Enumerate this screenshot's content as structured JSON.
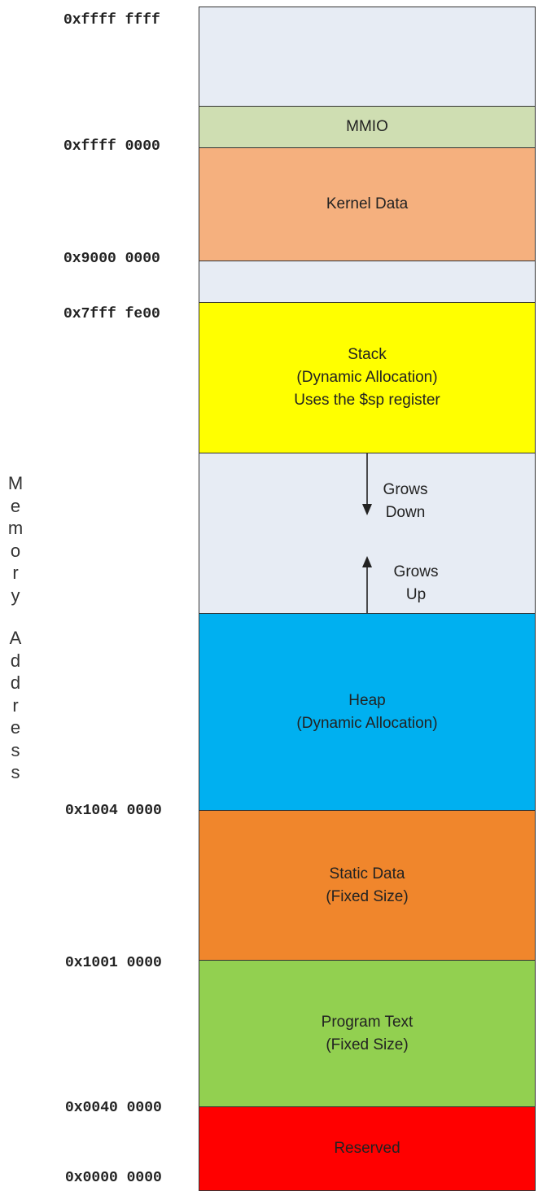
{
  "addresses": [
    {
      "id": "ffffffff",
      "label": "0xffff ffff"
    },
    {
      "id": "ffff0000",
      "label": "0xffff 0000"
    },
    {
      "id": "90000000",
      "label": "0x9000 0000"
    },
    {
      "id": "7ffffe00",
      "label": "0x7fff fe00"
    },
    {
      "id": "10040000",
      "label": "0x1004 0000"
    },
    {
      "id": "10010000",
      "label": "0x1001 0000"
    },
    {
      "id": "00400000",
      "label": "0x0040 0000"
    },
    {
      "id": "00000000",
      "label": "0x0000 0000"
    }
  ],
  "segments": {
    "top_free": {
      "lines": [],
      "color": "#e7ecf4"
    },
    "mmio": {
      "lines": [
        "MMIO"
      ],
      "color": "#cfdeb2"
    },
    "kernel_data": {
      "lines": [
        "Kernel Data"
      ],
      "color": "#f5b07e"
    },
    "gap_free": {
      "lines": [],
      "color": "#e7ecf4"
    },
    "stack": {
      "lines": [
        "Stack",
        "(Dynamic Allocation)",
        "Uses the $sp register"
      ],
      "color": "#ffff00"
    },
    "free_space": {
      "lines": [],
      "color": "#e7ecf4"
    },
    "heap": {
      "lines": [
        "Heap",
        "(Dynamic Allocation)"
      ],
      "color": "#00b0f0"
    },
    "static_data": {
      "lines": [
        "Static Data",
        "(Fixed Size)"
      ],
      "color": "#f0862c"
    },
    "program_text": {
      "lines": [
        "Program Text",
        "(Fixed Size)"
      ],
      "color": "#92d050"
    },
    "reserved": {
      "lines": [
        "Reserved"
      ],
      "color": "#ff0000"
    }
  },
  "growth": {
    "down": {
      "lines": [
        "Grows",
        "Down"
      ]
    },
    "up": {
      "lines": [
        "Grows",
        "Up"
      ]
    }
  },
  "axis_label": {
    "words": [
      [
        "M",
        "e",
        "m",
        "o",
        "r",
        "y"
      ],
      [
        "A",
        "d",
        "d",
        "r",
        "e",
        "s",
        "s"
      ]
    ]
  }
}
